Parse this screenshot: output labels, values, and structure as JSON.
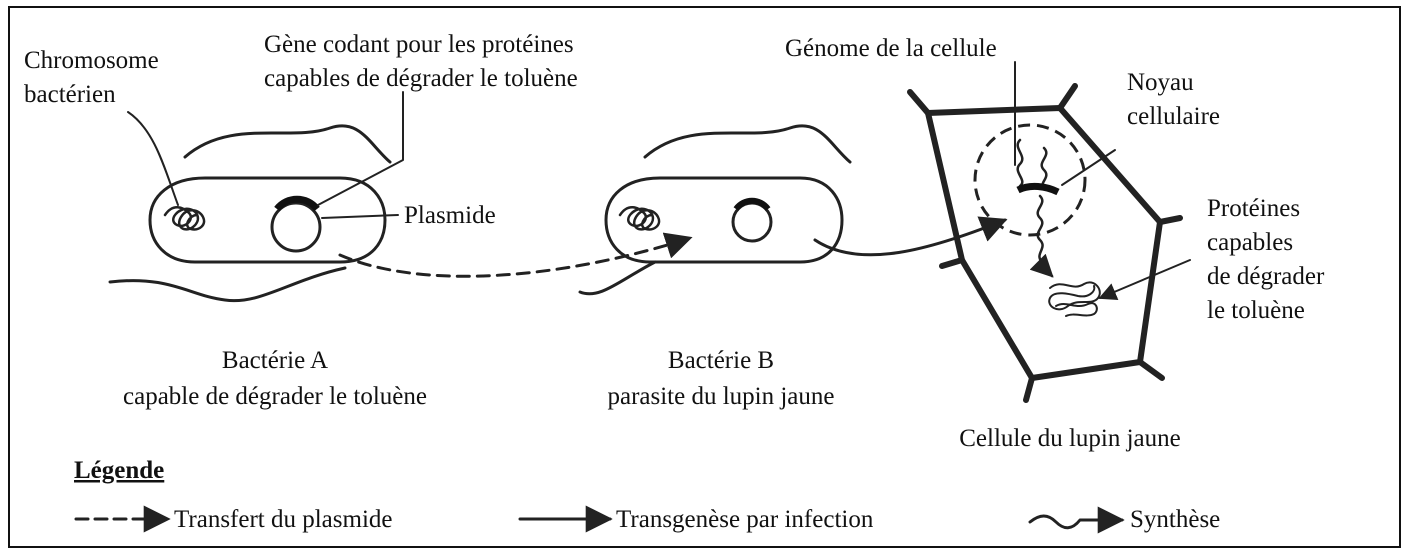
{
  "labels": {
    "chromosome_line1": "Chromosome",
    "chromosome_line2": "bactérien",
    "gene_line1": "Gène codant pour les protéines",
    "gene_line2": "capables de dégrader le toluène",
    "plasmid": "Plasmide",
    "genome": "Génome de la cellule",
    "nucleus_line1": "Noyau",
    "nucleus_line2": "cellulaire",
    "proteins_line1": "Protéines",
    "proteins_line2": "capables",
    "proteins_line3": "de dégrader",
    "proteins_line4": "le toluène",
    "bacteria_a_line1": "Bactérie A",
    "bacteria_a_line2": "capable de dégrader le toluène",
    "bacteria_b_line1": "Bactérie B",
    "bacteria_b_line2": "parasite du lupin jaune",
    "cell": "Cellule du lupin jaune"
  },
  "legend": {
    "title": "Légende",
    "transfer": "Transfert du plasmide",
    "transgenesis": "Transgenèse par infection",
    "synthesis": "Synthèse"
  }
}
